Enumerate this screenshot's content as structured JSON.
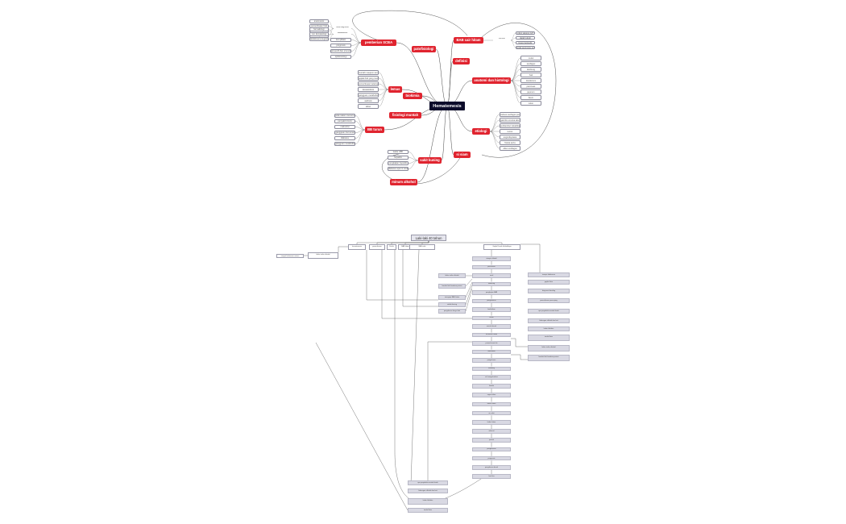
{
  "mindmap": {
    "center": "Hematemesis",
    "branches": [
      {
        "label": "pemberian SCBA",
        "subs": [
          {
            "label": "cara diagnosis",
            "subs": [
              "anamnesis",
              "pemeriksaan fisik",
              "pemeriksaan penunjang",
              "biopsi"
            ]
          },
          {
            "label": "tatalaksana",
            "subs": [
              "farmakologi",
              "non farmakologi",
              "tatalaksana kegawatdaruratan"
            ]
          },
          "komplikasi",
          "prognosis",
          "preventif dan promotif",
          "epidemiologi"
        ]
      },
      {
        "label": "patofisiologi",
        "subs": []
      },
      {
        "label": "BAB cair hitam",
        "subs": [
          {
            "label": "sumber",
            "subs": [
              "mikro saluran GIT",
              "darah tubuh",
              "feses berlendir",
              "sejak seminggu terakhir"
            ]
          }
        ]
      },
      {
        "label": "definisi",
        "subs": []
      },
      {
        "label": "anatomi dan histologi",
        "subs": [
          "mulut",
          "esofagus",
          "lambung",
          "hati",
          "duodenum",
          "pancreas",
          "jejunum",
          "ileum",
          "colon"
        ]
      },
      {
        "label": "etiologi",
        "subs": [
          "varises esofagus pecah",
          "gastritis erosiva akut",
          "perdarahan tukak/kanker peptik",
          "tumor",
          "angiodisplasia",
          "fistula aorta",
          "ulkus esofagus"
        ]
      },
      {
        "label": "si siam",
        "subs": []
      },
      {
        "label": "sakit kuning",
        "subs": [
          "kadar HBF",
          "hepatitis",
          "pengkajian hepatitis",
          "diabetes apa ini sindrom"
        ]
      },
      {
        "label": "minum alkohol",
        "subs": []
      },
      {
        "label": "fisiologi muntah",
        "subs": []
      },
      {
        "label": "biokimia",
        "subs": []
      },
      {
        "label": "lemas",
        "subs": [
          "muntah maupun sembuh",
          "gejala fisik yang menyertai",
          "pemeriksaan kelainan sebesar lemas",
          "ketoasidosis",
          "gangguan metabolisme",
          "asidosis",
          "aliran"
        ]
      },
      {
        "label": "BB turun",
        "subs": [
          "pola makan menurun",
          "penyakit kronis",
          "malnutrisi",
          "gangguan hormonal",
          "diabetes",
          "gangguan metabolisme"
        ]
      }
    ]
  },
  "flowchart": {
    "title": "Laki-laki 40 tahun",
    "nodes": [
      "hematemesis",
      "pemeriksaan",
      "Ditulis",
      "BAB hitam",
      "BAB sakit",
      "Gejala Darah alkoholiknya",
      "riwayat alkohol",
      "pernahkah",
      "mual",
      "kembung",
      "pengkajian BAB",
      "pengeluaran",
      "berlebihan",
      "sesak",
      "muntah darah",
      "sel merah hitam",
      "pemeriksaan lab",
      "hematokrit",
      "pengukuran",
      "lambung",
      "sel mengeluarkan",
      "kondisi",
      "organ kolon",
      "darah hitam",
      "air sakit",
      "kadar hitam",
      "selamat",
      "jumlah",
      "pengecekan",
      "prognosis",
      "pengukuran darah",
      "hasil tes",
      "mekanisme",
      "hematokrit dalam",
      "sirosis hati",
      "gangguan hati",
      "pemeriksaan lab hati",
      "nilai lab",
      "hepatitis",
      "bukan",
      "pemeriksaan fisik hati",
      "perdarahan varises",
      "SGOT",
      "gastritis",
      "evaluasi",
      "tatalaksana"
    ],
    "side_notes": [
      "faktor risiko alkohol",
      "kondisi fisik keadaan pasien",
      "mengapa BAB hitam",
      "sebab kuning",
      "pengukuran fungsi hati",
      "riwayat kebiasaan",
      "gejala klinis",
      "diagnosis banding",
      "pemeriksaan penunjang",
      "apa penyebab muntah darah",
      "hubungan alkohol dan hati",
      "kadar bilirubin",
      "tanda klinis"
    ],
    "left_note": "riwayat kebiasaan minum"
  }
}
